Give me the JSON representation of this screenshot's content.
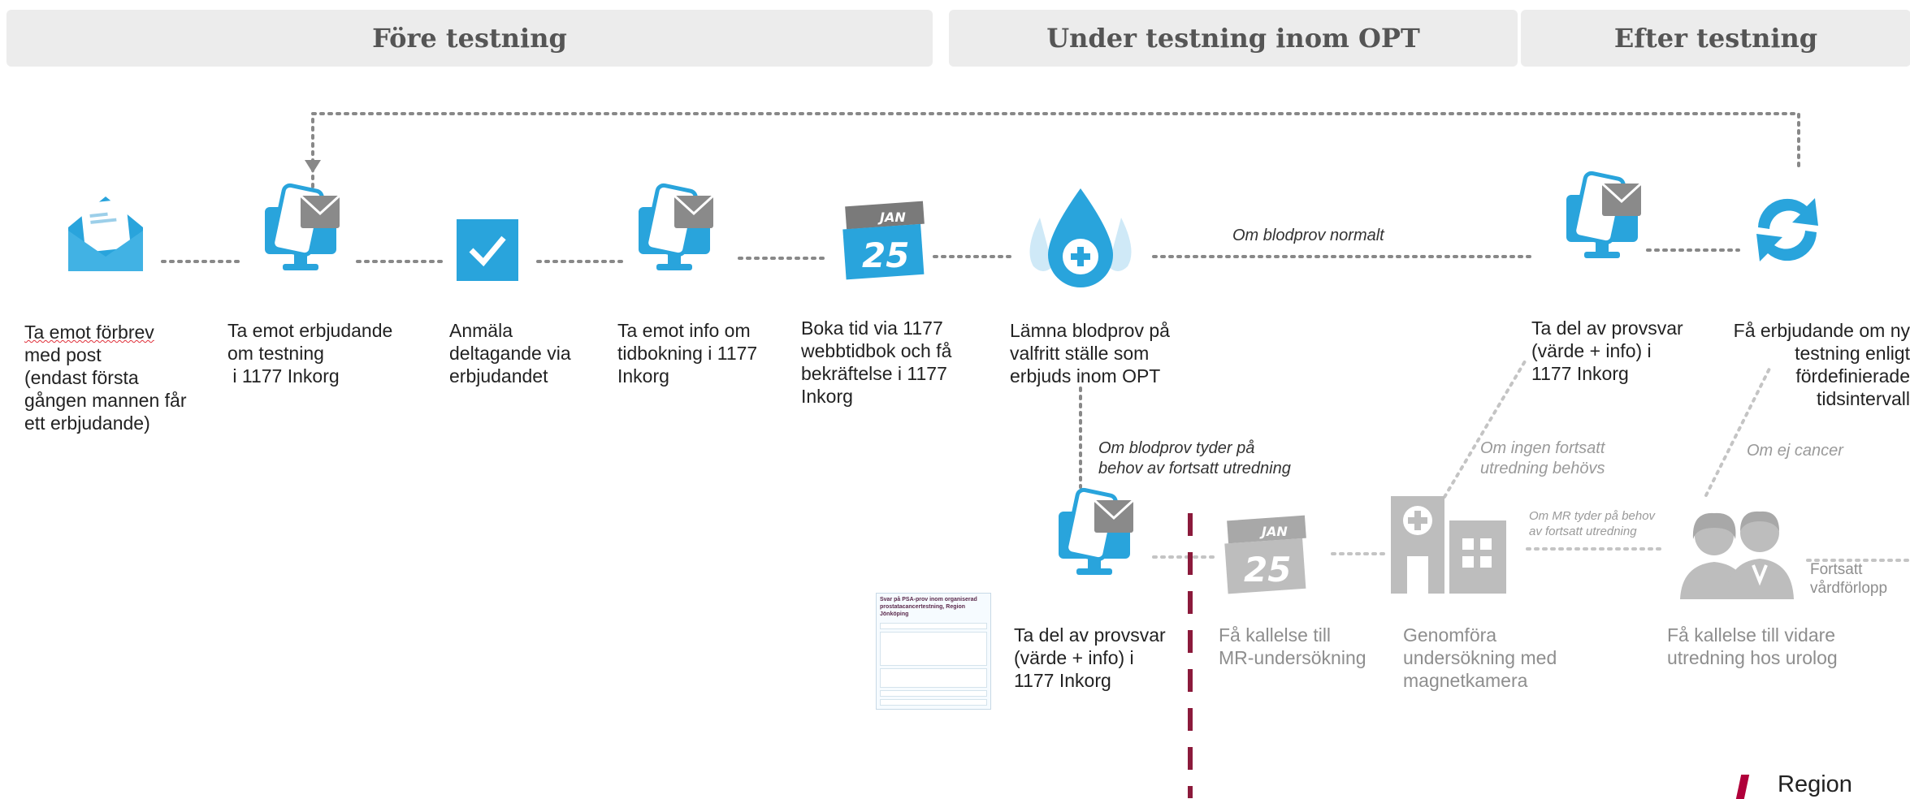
{
  "phases": {
    "before": "Före testning",
    "during": "Under testning inom OPT",
    "after": "Efter testning"
  },
  "steps": {
    "s1": [
      "Ta emot förbrev",
      "med post",
      "(endast första",
      "gången mannen får",
      "ett erbjudande)"
    ],
    "s2": [
      "Ta emot erbjudande",
      "om testning",
      " i 1177 Inkorg"
    ],
    "s3": [
      "Anmäla",
      "deltagande via",
      "erbjudandet"
    ],
    "s4": [
      "Ta emot info om",
      "tidbokning i 1177",
      "Inkorg"
    ],
    "s5": [
      "Boka tid via 1177",
      "webbtidbok och få",
      "bekräftelse i 1177",
      "Inkorg"
    ],
    "s6": [
      "Lämna blodprov på",
      "valfritt ställe som",
      "erbjuds inom OPT"
    ],
    "s7": [
      "Ta del av provsvar",
      "(värde + info) i",
      "1177 Inkorg"
    ],
    "s8": [
      "Få erbjudande om ny",
      "testning enligt",
      "fördefinierade",
      "tidsintervall"
    ],
    "s9": [
      "Ta del av provsvar",
      "(värde + info) i",
      "1177 Inkorg"
    ],
    "s10": [
      "Få kallelse till",
      "MR-undersökning"
    ],
    "s11": [
      "Genomföra",
      "undersökning med",
      "magnetkamera"
    ],
    "s12": [
      "Få kallelse till vidare",
      "utredning hos urolog"
    ],
    "s13": [
      "Fortsatt",
      "vårdförlopp"
    ]
  },
  "notes": {
    "normal": "Om blodprov normalt",
    "further": [
      "Om blodprov tyder på",
      "behov av fortsatt utredning"
    ],
    "no_further": [
      "Om ingen fortsatt",
      "utredning behövs"
    ],
    "no_cancer": "Om ej cancer",
    "mr": [
      "Om MR tyder på behov",
      "av fortsatt utredning"
    ]
  },
  "calendar": {
    "month": "JAN",
    "day": "25"
  },
  "thumbnail_title": "Svar på PSA-prov inom organiserad prostatacancertestning, Region Jönköping",
  "logo": "Region",
  "colors": {
    "blue": "#29a4dc",
    "grey_icon": "#b4b4b4",
    "dash": "#8b1a3b",
    "dots": "#888888"
  }
}
